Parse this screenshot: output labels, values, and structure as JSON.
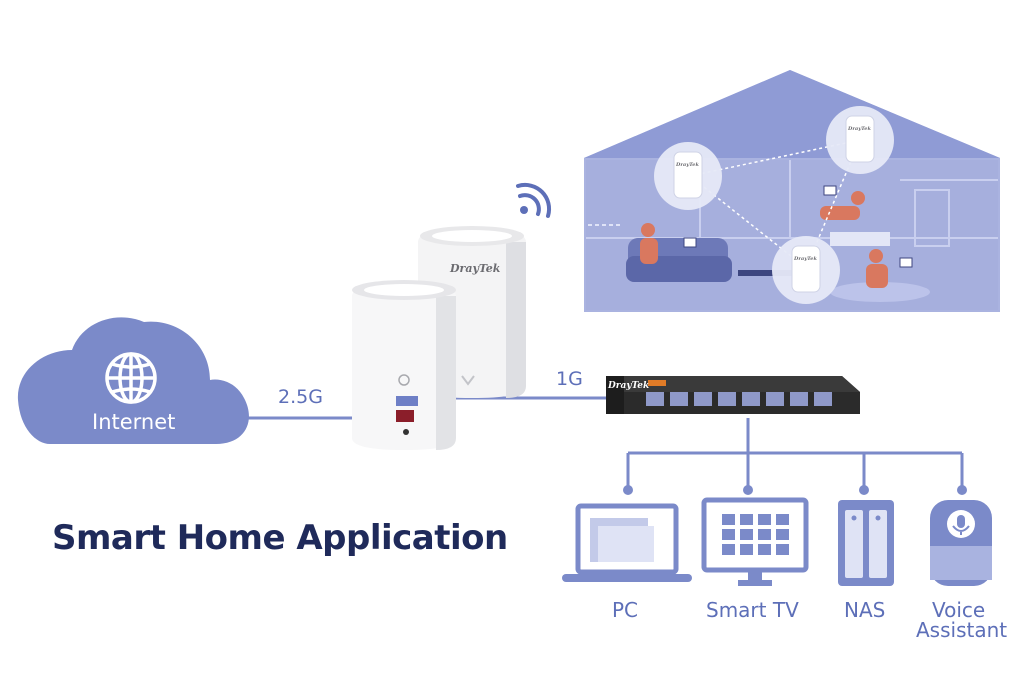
{
  "title": "Smart Home Application",
  "internet_label": "Internet",
  "links": {
    "uplink_speed": "2.5G",
    "switch_speed": "1G"
  },
  "brand": "DrayTek",
  "devices": [
    {
      "label": "PC",
      "icon": "pc-icon"
    },
    {
      "label": "Smart TV",
      "icon": "smart-tv-icon"
    },
    {
      "label": "NAS",
      "icon": "nas-icon"
    },
    {
      "label_line1": "Voice",
      "label_line2": "Assistant",
      "icon": "voice-assistant-icon"
    }
  ],
  "colors": {
    "accent": "#7b8ac9",
    "accent_dark": "#5d6fb8",
    "title": "#1f2a5a",
    "house_fill": "#a9b2df",
    "switch_body": "#2b2b2b"
  }
}
